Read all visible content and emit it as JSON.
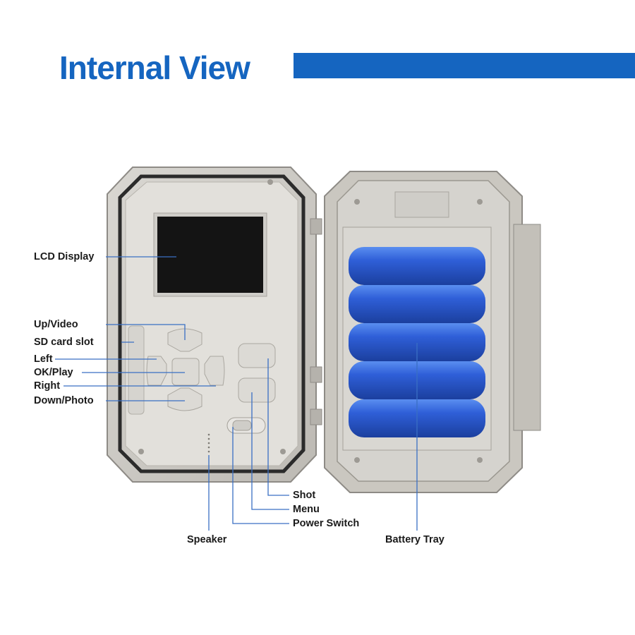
{
  "title": "Internal View",
  "colors": {
    "accent": "#1565c0",
    "battery": "#2f5fd8",
    "leader": "#3a6fc4"
  },
  "labels": {
    "lcd_display": "LCD Display",
    "up_video": "Up/Video",
    "sd_card_slot": "SD card slot",
    "left": "Left",
    "ok_play": "OK/Play",
    "right": "Right",
    "down_photo": "Down/Photo",
    "shot": "Shot",
    "menu": "Menu",
    "power_switch": "Power Switch",
    "speaker": "Speaker",
    "battery_tray": "Battery Tray"
  }
}
